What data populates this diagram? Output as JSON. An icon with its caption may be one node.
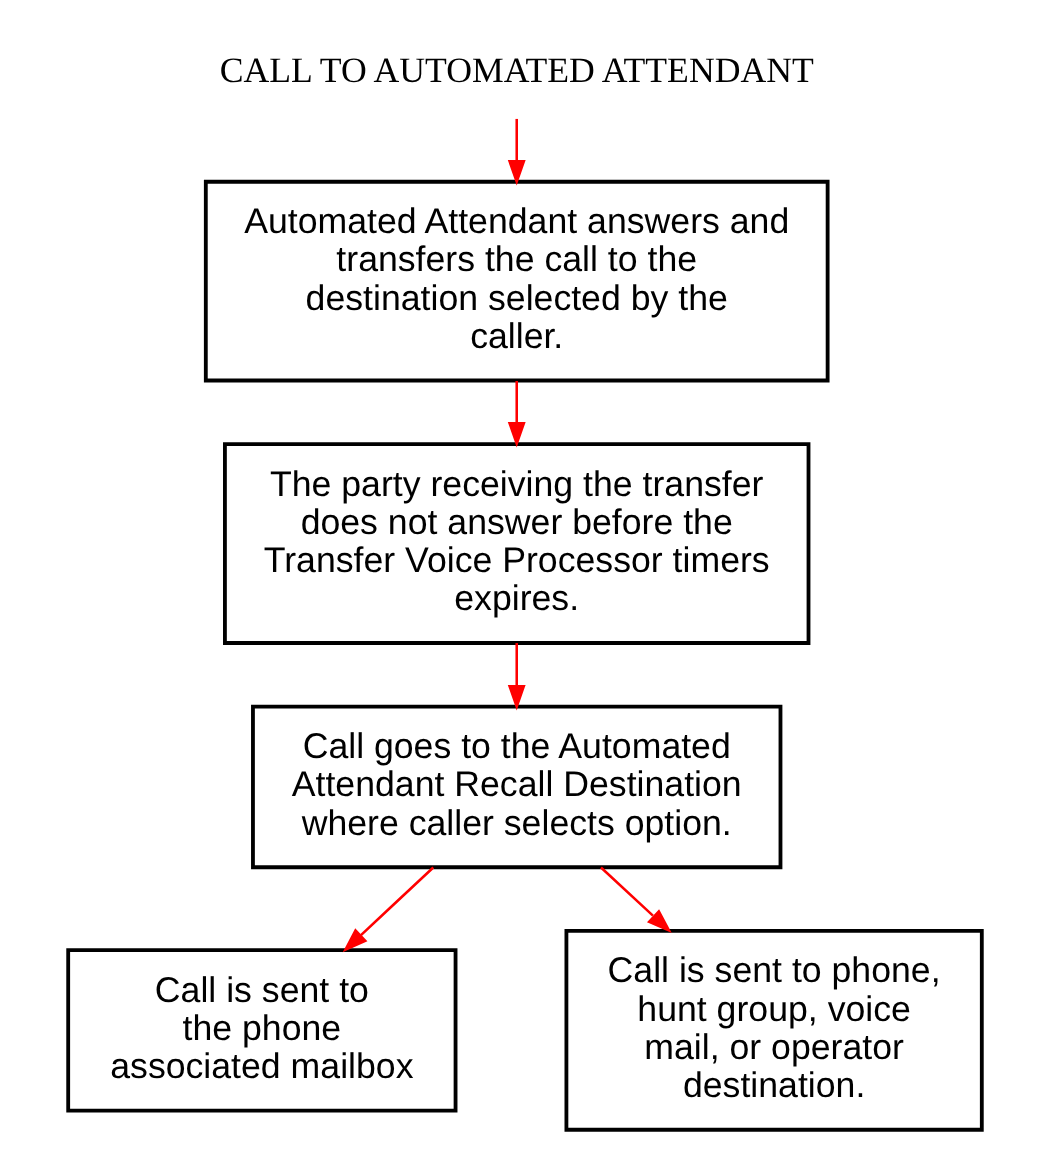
{
  "diagram": {
    "nodes": [
      {
        "text": [
          "CALL TO AUTOMATED ATTENDANT"
        ]
      },
      {
        "text": [
          "Automated Attendant answers and transfers the call to the destination selected by the caller."
        ]
      },
      {
        "text": [
          "The party receiving the transfer does not answer before the Transfer Voice Processor timers expires."
        ]
      },
      {
        "text": [
          "Call goes to the Automated Attendant Recall Destination where caller selects option."
        ]
      },
      {
        "text": [
          "Call is sent to the phone associated mailbox"
        ]
      },
      {
        "text": [
          "Call is sent to phone, hunt group, voice mail, or operator destination."
        ]
      }
    ],
    "edges": [
      {
        "from": 0,
        "to": 1,
        "arrow": "to"
      },
      {
        "from": 1,
        "to": 2,
        "arrow": "to"
      },
      {
        "from": 2,
        "to": 3,
        "arrow": "to"
      },
      {
        "from": 3,
        "to": 4,
        "arrow": "to"
      },
      {
        "from": 3,
        "to": 5,
        "arrow": "to"
      }
    ]
  }
}
